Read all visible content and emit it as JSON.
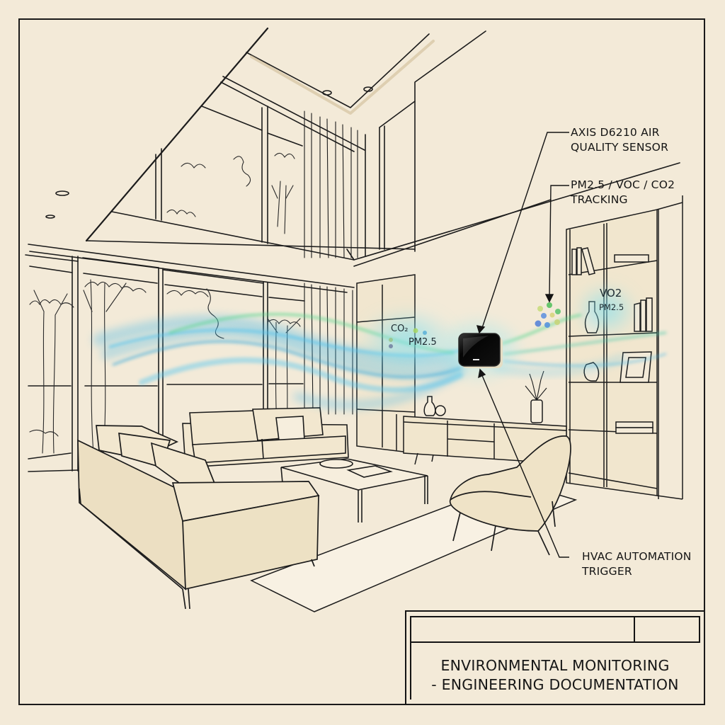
{
  "drawing": {
    "subject": "Double-height living room interior sketch with air quality sensor annotations",
    "colors": {
      "paper": "#f3ead8",
      "ink": "#1a1a1a",
      "shade": "#e3d3b0",
      "airflow_blue": "#3fb6e8",
      "airflow_green": "#4fd68a",
      "sensor_body": "#0b0b0b"
    }
  },
  "callouts": {
    "sensor": {
      "line1": "AXIS D6210 AIR",
      "line2": "QUALITY SENSOR"
    },
    "tracking": {
      "line1": "PM2.5 / VOC / CO2",
      "line2": "TRACKING"
    },
    "hvac": {
      "line1": "HVAC AUTOMATION",
      "line2": "TRIGGER"
    }
  },
  "floating_labels": {
    "left_co2": "CO₂",
    "left_pm": "PM2.5",
    "right_vo2": "VO2",
    "right_pm": "PM2.5"
  },
  "title_block": {
    "line1": "ENVIRONMENTAL MONITORING",
    "line2": "- ENGINEERING DOCUMENTATION"
  }
}
